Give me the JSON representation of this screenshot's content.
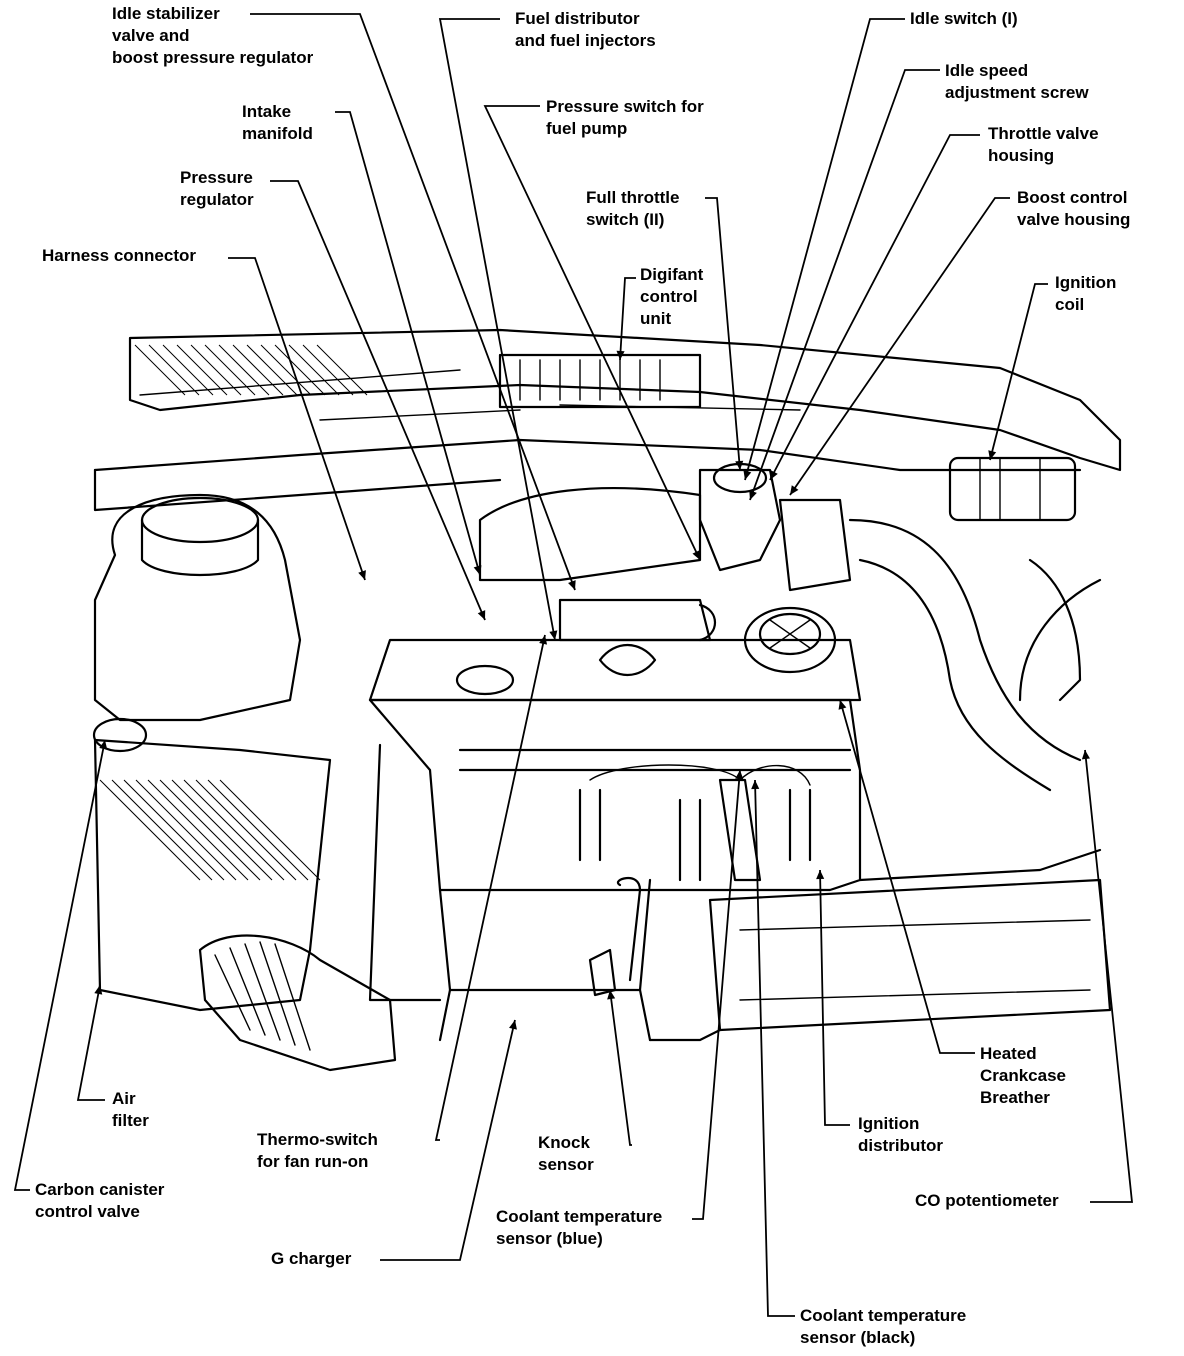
{
  "colors": {
    "ink": "#000000",
    "background": "#ffffff"
  },
  "labels": {
    "idle_stabilizer": "Idle stabilizer\nvalve and\nboost pressure regulator",
    "fuel_distributor": "Fuel distributor\nand fuel injectors",
    "idle_switch": "Idle switch (I)",
    "idle_speed_screw": "Idle speed\nadjustment screw",
    "intake_manifold": "Intake\nmanifold",
    "pressure_switch": "Pressure switch for\nfuel pump",
    "throttle_valve_housing": "Throttle valve\nhousing",
    "pressure_regulator": "Pressure\nregulator",
    "full_throttle_switch": "Full throttle\nswitch (II)",
    "boost_control_housing": "Boost control\nvalve housing",
    "harness_connector": "Harness connector",
    "digifant_unit": "Digifant\ncontrol\nunit",
    "ignition_coil": "Ignition\ncoil",
    "heated_breather": "Heated\nCrankcase\nBreather",
    "air_filter": "Air\nfilter",
    "ignition_distributor": "Ignition\ndistributor",
    "thermo_switch": "Thermo-switch\nfor fan run-on",
    "knock_sensor": "Knock\nsensor",
    "carbon_canister": "Carbon canister\ncontrol valve",
    "co_potentiometer": "CO potentiometer",
    "coolant_blue": "Coolant temperature\nsensor (blue)",
    "g_charger": "G charger",
    "coolant_black": "Coolant temperature\nsensor (black)"
  }
}
